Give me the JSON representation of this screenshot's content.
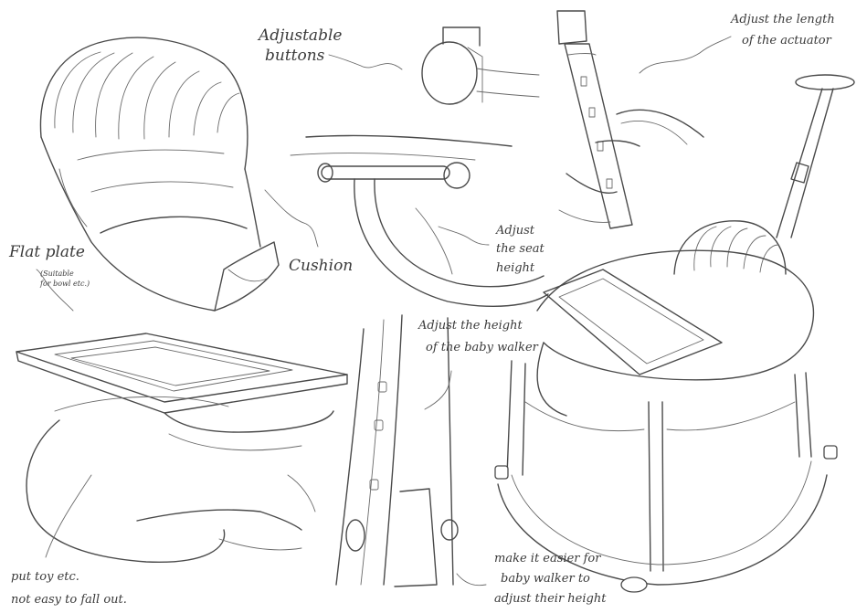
{
  "annotations": {
    "adjustable_buttons_1": "Adjustable",
    "adjustable_buttons_2": "buttons",
    "adjust_length_1": "Adjust the length",
    "adjust_length_2": "of the actuator",
    "flat_plate": "Flat plate",
    "suitable_1": "(Suitable",
    "suitable_2": "for bowl etc.)",
    "cushion": "Cushion",
    "adjust_seat_1": "Adjust",
    "adjust_seat_2": "the seat",
    "adjust_seat_3": "height",
    "adjust_walker_1": "Adjust the height",
    "adjust_walker_2": "of the baby walker",
    "put_toy": "put toy etc.",
    "not_easy": "not easy to fall out.",
    "make_easier_1": "make it easier for",
    "make_easier_2": "baby walker to",
    "make_easier_3": "adjust their height"
  },
  "sketches": [
    "seat-shell-sketch",
    "seat-hinge-detail-sketch",
    "actuator-telescopic-sketch",
    "flat-plate-tray-sketch",
    "leg-button-detail-sketch",
    "baby-walker-assembly-sketch"
  ]
}
